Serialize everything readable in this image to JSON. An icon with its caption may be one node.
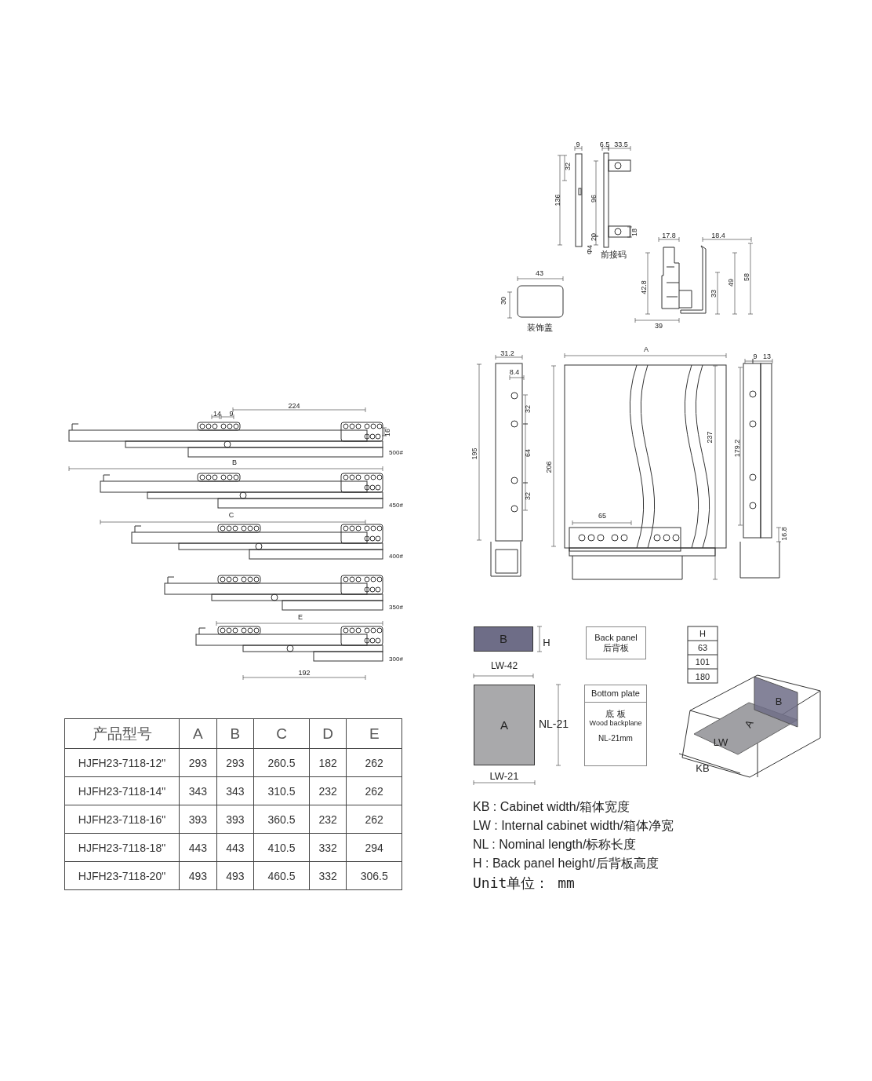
{
  "diagram": {
    "nodes": [
      {
        "text": [
          "B"
        ]
      },
      {
        "text": [
          "A"
        ]
      },
      {
        "text": [
          "Back panel",
          "后背板"
        ]
      },
      {
        "text": [
          "Bottom plate",
          "底 板",
          "Wood backplane",
          "NL-21mm"
        ]
      }
    ],
    "labels": [
      "9",
      "6.5",
      "33.5",
      "32",
      "136",
      "96",
      "20",
      "18",
      "Φ4",
      "前接码",
      "43",
      "30",
      "装饰盖",
      "17.8",
      "18.4",
      "42.8",
      "33",
      "49",
      "58",
      "39",
      "31.2",
      "8.4",
      "32",
      "64",
      "32",
      "195",
      "A",
      "206",
      "237",
      "65",
      "9",
      "13",
      "179.2",
      "16.8",
      "14",
      "9",
      "224",
      "16",
      "500#",
      "B",
      "450#",
      "C",
      "400#",
      "350#",
      "E",
      "300#",
      "192",
      "H",
      "LW-42",
      "NL-21",
      "LW-21",
      "H",
      "63",
      "101",
      "180",
      "B",
      "A",
      "LW",
      "KB",
      "KB : Cabinet width/箱体宽度",
      "LW : Internal cabinet width/箱体净宽",
      "NL : Nominal length/标称长度",
      "H : Back panel height/后背板高度",
      "Unit单位： mm",
      "产品型号",
      "A",
      "B",
      "C",
      "D",
      "E",
      "HJFH23-7118-12\"",
      "293",
      "293",
      "260.5",
      "182",
      "262",
      "HJFH23-7118-14\"",
      "343",
      "343",
      "310.5",
      "232",
      "262",
      "HJFH23-7118-16\"",
      "393",
      "393",
      "360.5",
      "232",
      "262",
      "HJFH23-7118-18\"",
      "443",
      "443",
      "410.5",
      "332",
      "294",
      "HJFH23-7118-20\"",
      "493",
      "493",
      "460.5",
      "332",
      "306.5"
    ]
  }
}
